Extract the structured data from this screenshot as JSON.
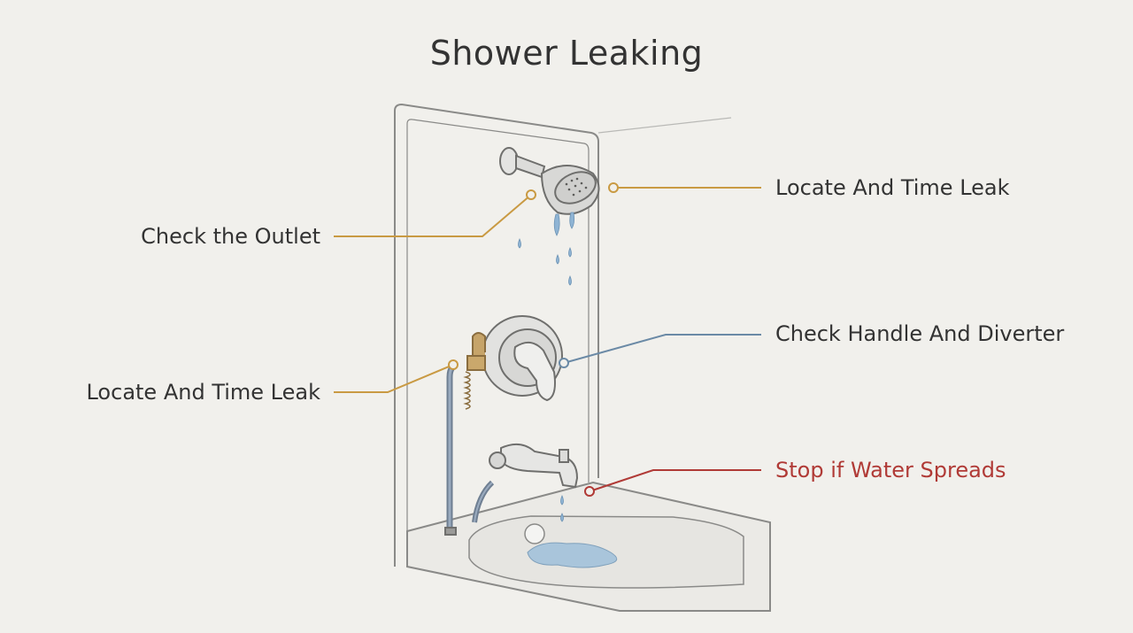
{
  "title": "Shower Leaking",
  "callouts": [
    {
      "id": "showerhead",
      "text": "Locate And Time Leak",
      "color": "#c99a43"
    },
    {
      "id": "outlet",
      "text": "Check the Outlet",
      "color": "#c99a43"
    },
    {
      "id": "handle",
      "text": "Check Handle And Diverter",
      "color": "#6b8aa6"
    },
    {
      "id": "supply",
      "text": "Locate And Time Leak",
      "color": "#c99a43"
    },
    {
      "id": "spout",
      "text": "Stop if Water Spreads",
      "color": "#b03a36"
    }
  ],
  "colors": {
    "background": "#f1f0ec",
    "text": "#333333",
    "orange_leader": "#c99a43",
    "blue_leader": "#6b8aa6",
    "red_leader": "#b03a36",
    "water": "#8fb4d4"
  }
}
